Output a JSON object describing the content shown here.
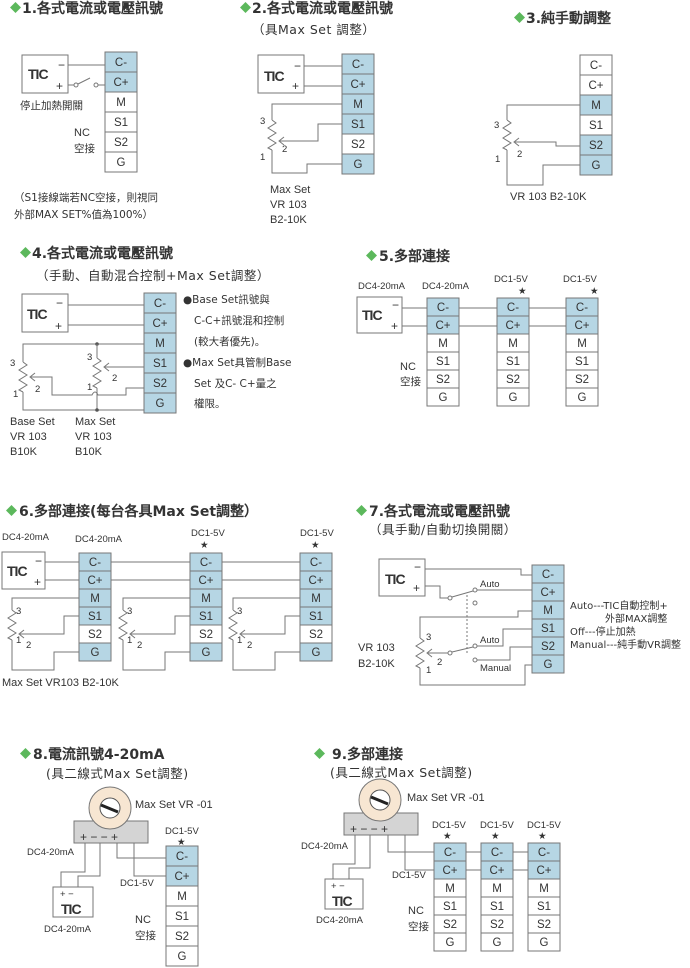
{
  "colors": {
    "terminal_active": "#b6d6e4",
    "terminal_inactive": "#ffffff",
    "bullet": "#5cb85c",
    "wire": "#777777",
    "dial_face": "#f7e6d2",
    "module_body": "#d4d4d4"
  },
  "terminal_labels": [
    "C-",
    "C+",
    "M",
    "S1",
    "S2",
    "G"
  ],
  "common": {
    "tic": "TIC",
    "minus": "−",
    "plus": "+",
    "star": "★",
    "nc": "NC",
    "nc_cjk": "空接",
    "pot_3": "3",
    "pot_2": "2",
    "pot_1": "1",
    "dc420": "DC4-20mA",
    "dc15": "DC1-5V"
  },
  "sections": [
    {
      "id": 1,
      "title": "1.各式電流或電壓訊號",
      "subtitle": "",
      "switch_label": "停止加熱開關",
      "note_line1": "（S1接線端若NC空接，則視同",
      "note_line2": "外部MAX SET%值為100%）",
      "active": [
        "C-",
        "C+"
      ]
    },
    {
      "id": 2,
      "title": "2.各式電流或電壓訊號",
      "subtitle": "（具Max Set 調整）",
      "pot_label_1": "Max Set",
      "pot_label_2": "VR 103",
      "pot_label_3": "B2-10K",
      "active": [
        "C-",
        "C+",
        "M",
        "S1",
        "G"
      ]
    },
    {
      "id": 3,
      "title": "3.純手動調整",
      "subtitle": "",
      "pot_label": "VR 103  B2-10K",
      "active": [
        "M",
        "S2",
        "G"
      ]
    },
    {
      "id": 4,
      "title": "4.各式電流或電壓訊號",
      "subtitle": "（手動、自動混合控制+Max Set調整）",
      "base_label_1": "Base Set",
      "base_label_2": "VR 103",
      "base_label_3": "B10K",
      "max_label_1": "Max Set",
      "max_label_2": "VR 103",
      "max_label_3": "B10K",
      "notes": [
        "●Base Set訊號與",
        "C-C+訊號混和控制",
        "(較大者優先)。",
        "●Max Set具管制Base",
        "Set 及C- C+量之",
        "權限。"
      ],
      "active": [
        "C-",
        "C+",
        "M",
        "S1",
        "S2",
        "G"
      ]
    },
    {
      "id": 5,
      "title": "5.多部連接",
      "subtitle": "",
      "unit_labels": [
        "DC4-20mA",
        "DC1-5V",
        "DC1-5V"
      ],
      "tic_label": "DC4-20mA",
      "active": [
        "C-",
        "C+"
      ]
    },
    {
      "id": 6,
      "title": "6.多部連接(每台各具Max Set調整）",
      "subtitle": "",
      "unit_labels": [
        "DC4-20mA",
        "DC1-5V",
        "DC1-5V"
      ],
      "tic_label": "DC4-20mA",
      "pot_label": "Max Set  VR103  B2-10K",
      "active": [
        "C-",
        "C+",
        "M",
        "S1",
        "G"
      ]
    },
    {
      "id": 7,
      "title": "7.各式電流或電壓訊號",
      "subtitle": "（具手動/自動切換開關）",
      "auto_label": "Auto",
      "manual_label": "Manual",
      "pot_label_1": "VR 103",
      "pot_label_2": "B2-10K",
      "legend": [
        "Auto---TIC自動控制+",
        "外部MAX調整",
        "Off---停止加熱",
        "Manual---純手動VR調整"
      ],
      "active": [
        "C-",
        "C+",
        "M",
        "S1",
        "S2",
        "G"
      ]
    },
    {
      "id": 8,
      "title": "8.電流訊號4-20mA",
      "subtitle": "(具二線式Max Set調整)",
      "dial_label": "Max Set  VR -01",
      "module_terminals": "+ − − +",
      "active": [
        "C-",
        "C+"
      ]
    },
    {
      "id": 9,
      "title": "9.多部連接",
      "subtitle": "(具二線式Max Set調整)",
      "dial_label": "Max Set   VR -01",
      "module_terminals": "+ − − +",
      "active": [
        "C-",
        "C+"
      ]
    }
  ]
}
